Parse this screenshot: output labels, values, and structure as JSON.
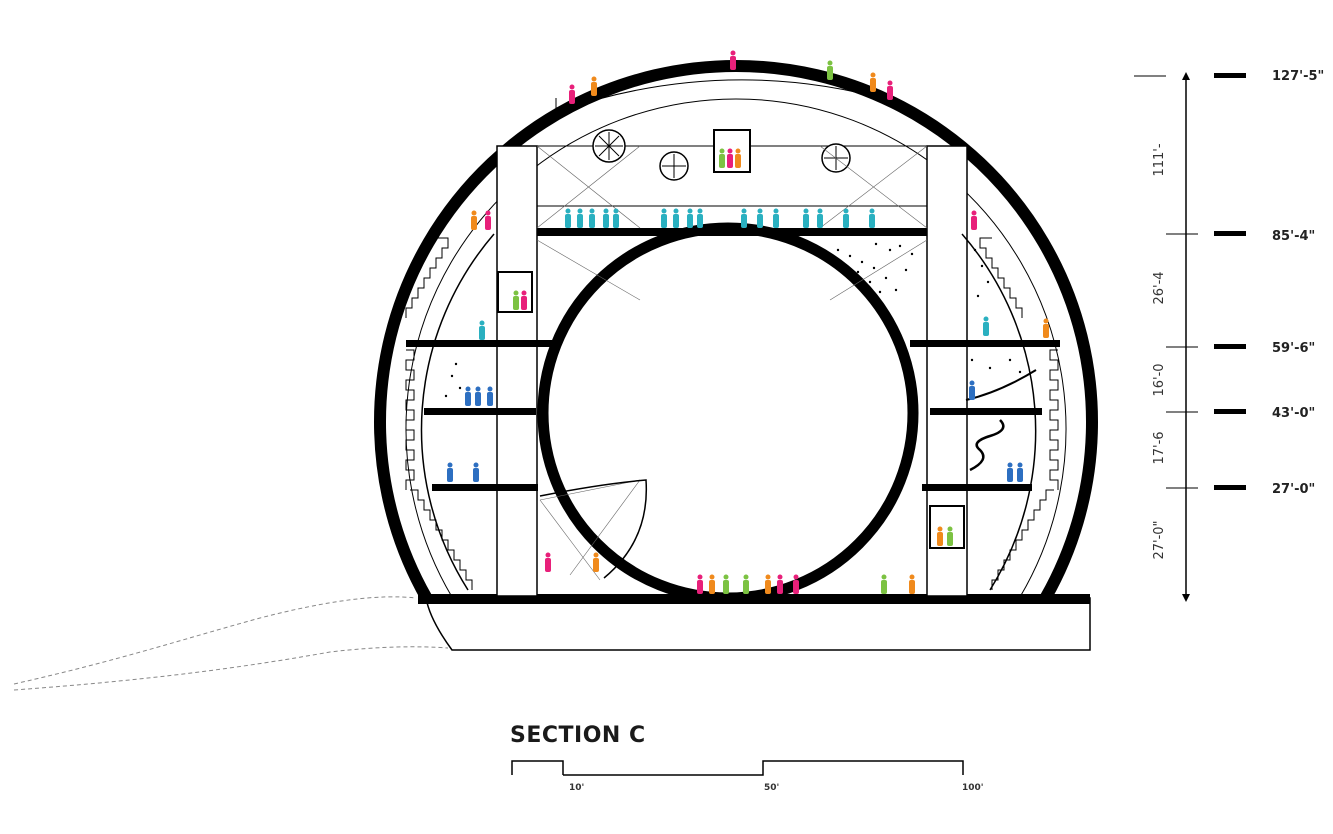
{
  "title": "SECTION C",
  "elevations": [
    "127'-5\"",
    "85'-4\"",
    "59'-6\"",
    "43'-0\"",
    "27'-0\""
  ],
  "dimensions": [
    "111'-",
    "26'-4",
    "16'-0",
    "17'-6",
    "27'-0\""
  ],
  "scale_bar": {
    "labels": [
      "10'",
      "50'",
      "100'"
    ]
  },
  "colors": {
    "structure": "#000000",
    "people_magenta": "#e8207a",
    "people_orange": "#f08a1c",
    "people_teal": "#2ab0c0",
    "people_blue": "#2d6fc1",
    "people_green": "#7cc242"
  }
}
